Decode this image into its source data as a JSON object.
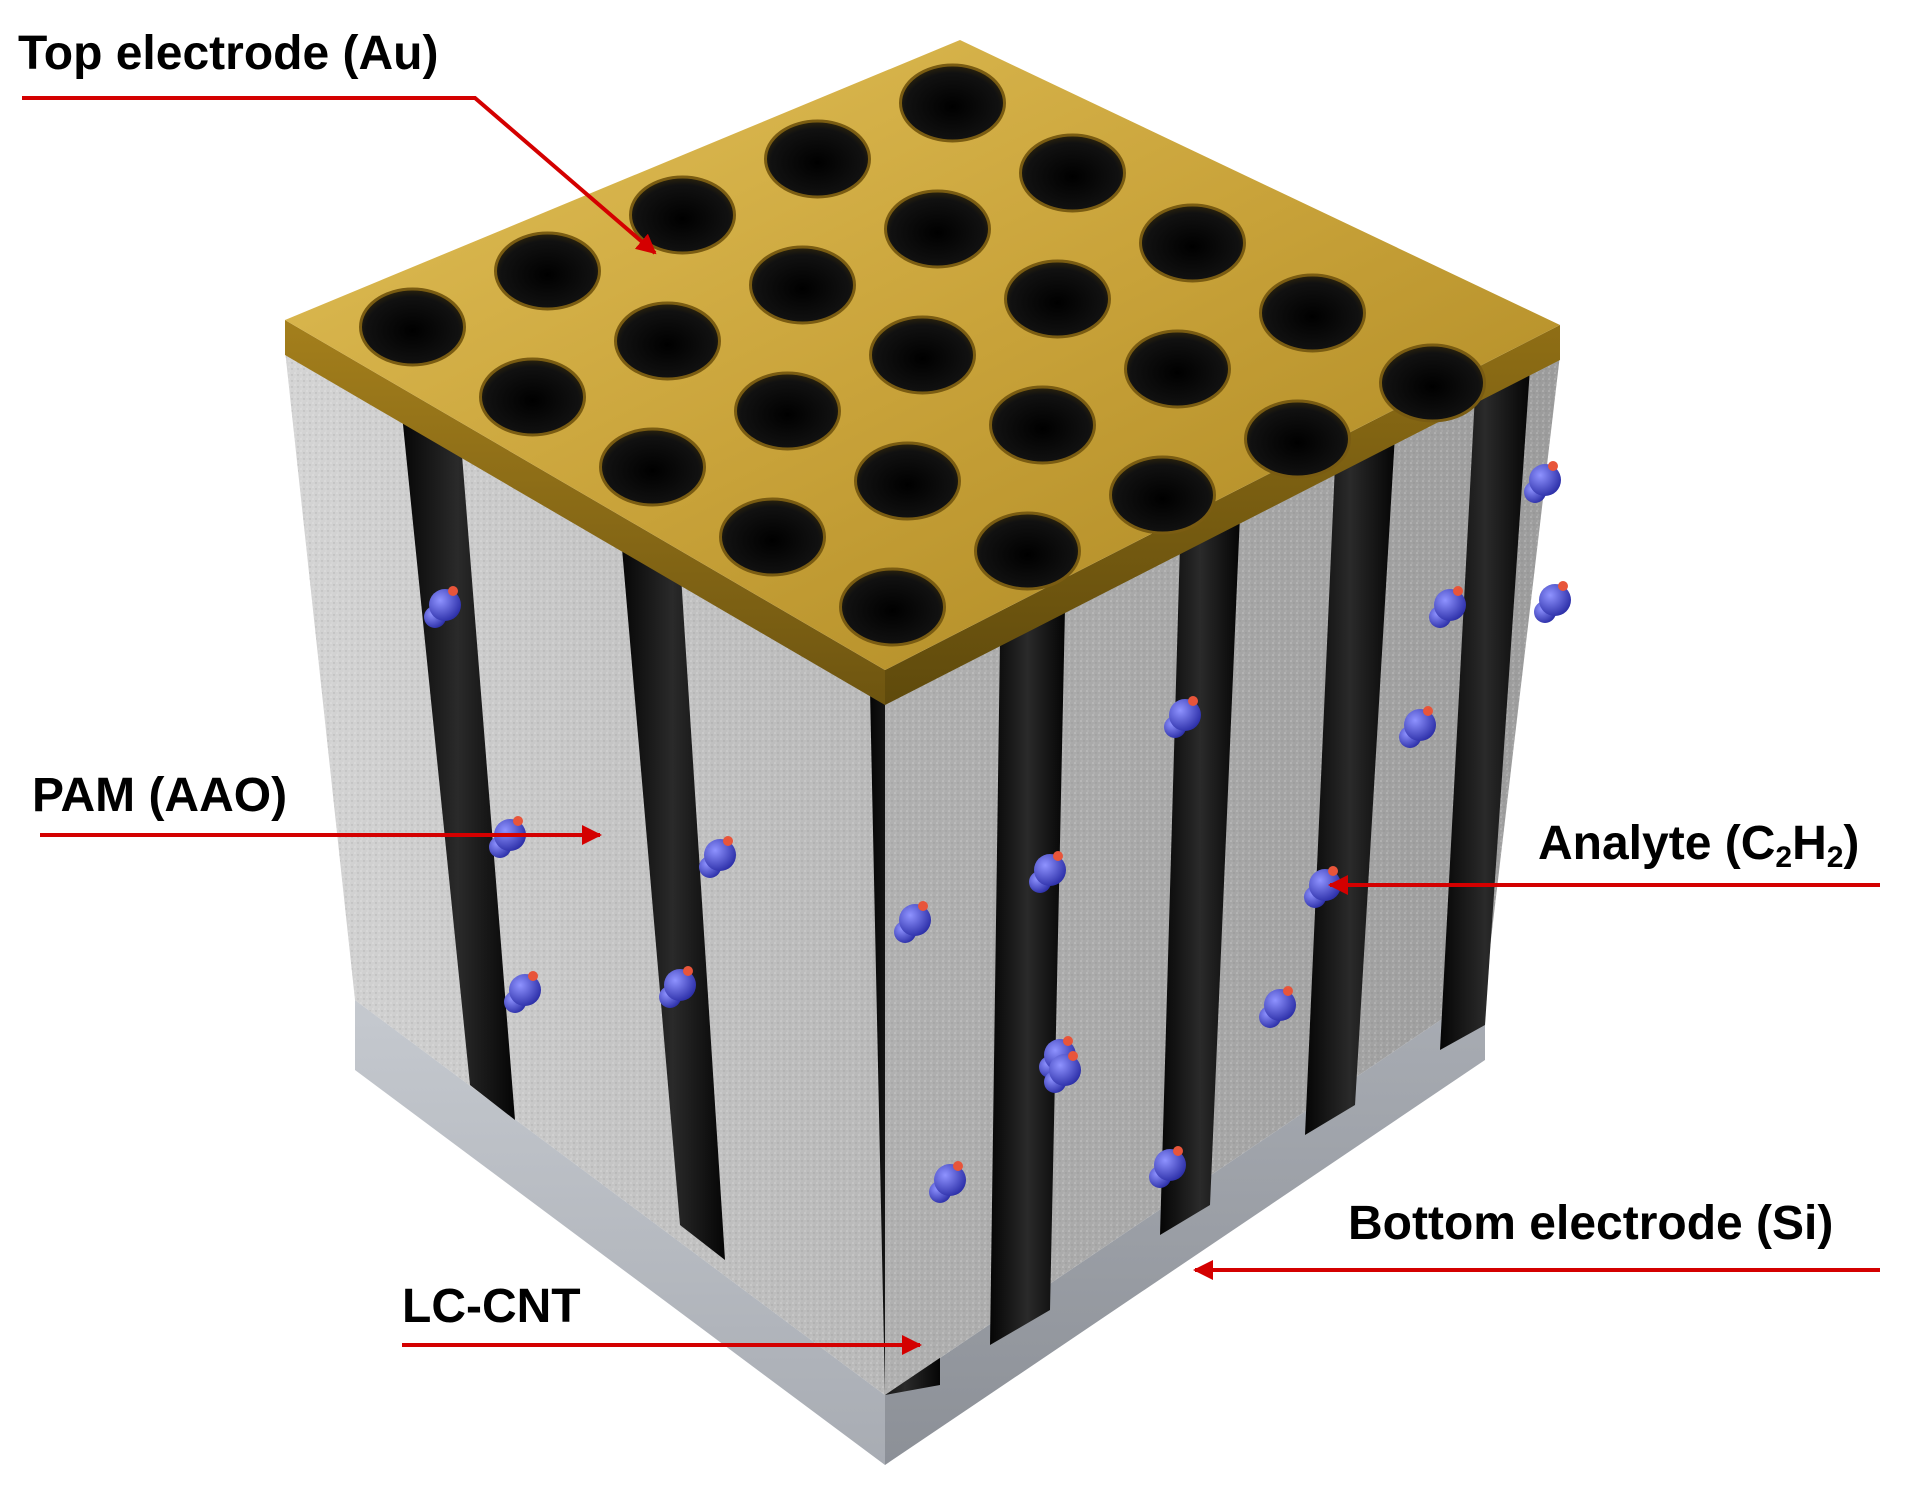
{
  "labels": {
    "top_electrode": "Top electrode (Au)",
    "pam": "PAM (AAO)",
    "analyte_prefix": "Analyte (C",
    "analyte_sub1": "2",
    "analyte_mid": "H",
    "analyte_sub2": "2",
    "analyte_suffix": ")",
    "bottom_electrode": "Bottom electrode (Si)",
    "lc_cnt": "LC-CNT"
  },
  "colors": {
    "gold_top": "#c9a33a",
    "gold_edge": "#8a6a18",
    "membrane": "#c8c8c8",
    "channel": "#101010",
    "substrate": "#b9bdc4",
    "analyte": "#4a4fd6",
    "arrow": "#d40000"
  }
}
